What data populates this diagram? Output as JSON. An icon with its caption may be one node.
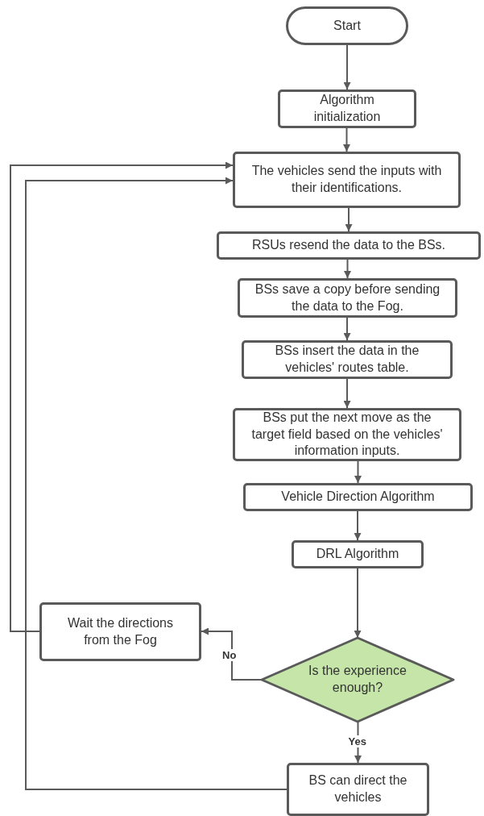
{
  "diagram": {
    "nodes": [
      {
        "text": [
          "Start"
        ]
      },
      {
        "text": [
          "Algorithm initialization"
        ]
      },
      {
        "text": [
          "The vehicles send the inputs with their identifications."
        ]
      },
      {
        "text": [
          "RSUs resend the data to the BSs."
        ]
      },
      {
        "text": [
          "BSs save a copy before sending the data to the Fog."
        ]
      },
      {
        "text": [
          "BSs insert the data in the vehicles' routes table."
        ]
      },
      {
        "text": [
          "BSs put the next move as the target field based on the vehicles' information inputs."
        ]
      },
      {
        "text": [
          "Vehicle Direction Algorithm"
        ]
      },
      {
        "text": [
          "DRL Algorithm"
        ]
      },
      {
        "text": [
          "Is the experience enough?"
        ]
      },
      {
        "text": [
          "Wait the directions from the Fog"
        ]
      },
      {
        "text": [
          "BS can direct the vehicles"
        ]
      }
    ],
    "edges": [
      {
        "from": 0,
        "to": 1,
        "arrow": "to"
      },
      {
        "from": 1,
        "to": 2,
        "arrow": "to"
      },
      {
        "from": 2,
        "to": 3,
        "arrow": "to"
      },
      {
        "from": 3,
        "to": 4,
        "arrow": "to"
      },
      {
        "from": 4,
        "to": 5,
        "arrow": "to"
      },
      {
        "from": 5,
        "to": 6,
        "arrow": "to"
      },
      {
        "from": 6,
        "to": 7,
        "arrow": "to"
      },
      {
        "from": 7,
        "to": 8,
        "arrow": "to"
      },
      {
        "from": 8,
        "to": 9,
        "arrow": "to"
      },
      {
        "from": 9,
        "to": 10,
        "arrow": "to",
        "label": "No"
      },
      {
        "from": 9,
        "to": 11,
        "arrow": "to",
        "label": "Yes"
      },
      {
        "from": 10,
        "to": 2,
        "arrow": "to"
      },
      {
        "from": 11,
        "to": 2,
        "arrow": "to"
      }
    ]
  }
}
